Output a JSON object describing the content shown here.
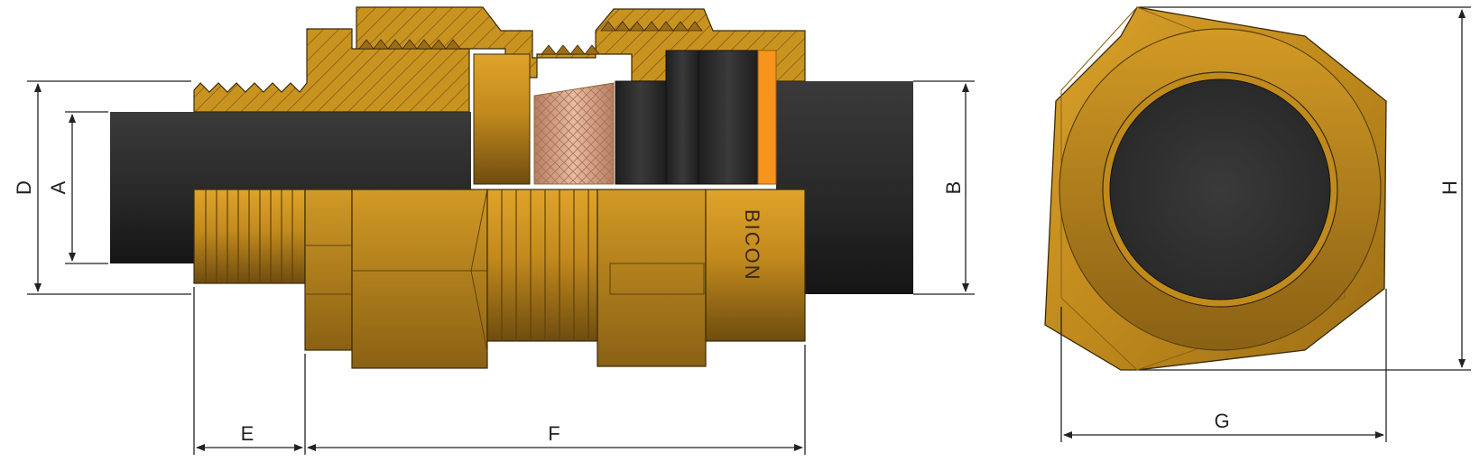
{
  "dimensions": {
    "A": "A",
    "B": "B",
    "D": "D",
    "E": "E",
    "F": "F",
    "G": "G",
    "H": "H"
  },
  "brand_text": "BICON",
  "colors": {
    "brass": "#c08a1c",
    "brass_dark": "#7a5512",
    "cable_sheath": "#2b2b2b",
    "braid": "#d6a589",
    "seal_orange": "#f7941d"
  }
}
